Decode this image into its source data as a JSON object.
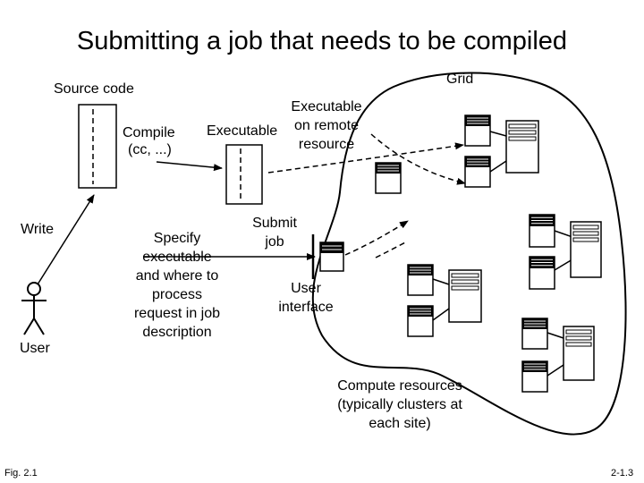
{
  "slide": {
    "title": "Submitting a job that needs to be compiled",
    "fig_label": "Fig. 2.1",
    "page_label": "2-1.3"
  },
  "labels": {
    "source_code": "Source code",
    "grid": "Grid",
    "compile_1": "Compile",
    "compile_2": "(cc, ...)",
    "executable": "Executable",
    "exec_remote_1": "Executable",
    "exec_remote_2": "on remote",
    "exec_remote_3": "resource",
    "write": "Write",
    "specify_1": "Specify",
    "specify_2": "executable",
    "specify_3": "and where to",
    "specify_4": "process",
    "specify_5": "request in job",
    "specify_6": "description",
    "submit_1": "Submit",
    "submit_2": "job",
    "ui_1": "User",
    "ui_2": "interface",
    "user": "User",
    "compute_1": "Compute resources",
    "compute_2": "(typically clusters at",
    "compute_3": "each site)"
  }
}
